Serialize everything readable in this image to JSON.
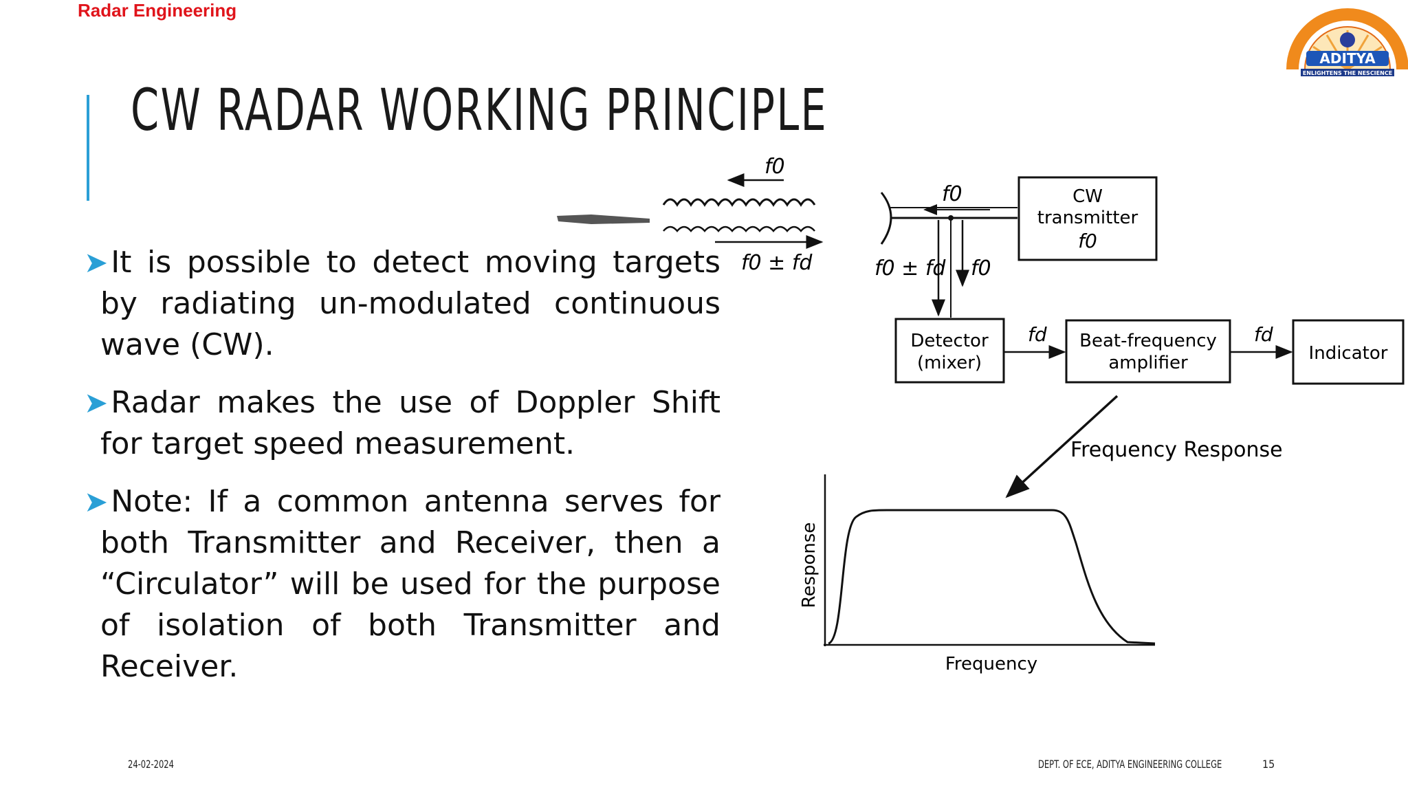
{
  "header": {
    "course": "Radar Engineering"
  },
  "logo": {
    "name": "ADITYA",
    "tagline": "ENLIGHTENS THE NESCIENCE",
    "icon": "college-seal"
  },
  "slide": {
    "title": "CW RADAR WORKING PRINCIPLE",
    "bullets": [
      "It is possible to detect moving targets by radiating un-modulated continuous wave (CW).",
      "Radar makes the use of Doppler Shift for target speed measurement.",
      "Note: If a common antenna serves for both Transmitter and Receiver, then a “Circulator” will be used for the purpose of isolation of both Transmitter and Receiver."
    ]
  },
  "diagram": {
    "wave_top_label": "f0",
    "wave_bottom_label": "f0 ± fd",
    "antenna_label": "f0",
    "down_left_label": "f0 ± fd",
    "down_right_label": "f0",
    "transmitter": [
      "CW",
      "transmitter",
      "f0"
    ],
    "detector": [
      "Detector",
      "(mixer)"
    ],
    "amp": [
      "Beat-frequency",
      "amplifier"
    ],
    "indicator": "Indicator",
    "arrow1_label": "fd",
    "arrow2_label": "fd",
    "freq_response_label": "Frequency Response",
    "plot_ylabel": "Response",
    "plot_xlabel": "Frequency"
  },
  "footer": {
    "date": "24-02-2024",
    "dept": "DEPT. OF ECE, ADITYA ENGINEERING COLLEGE",
    "page": "15"
  },
  "colors": {
    "accent": "#2a9fd6",
    "header_red": "#e0141b"
  }
}
